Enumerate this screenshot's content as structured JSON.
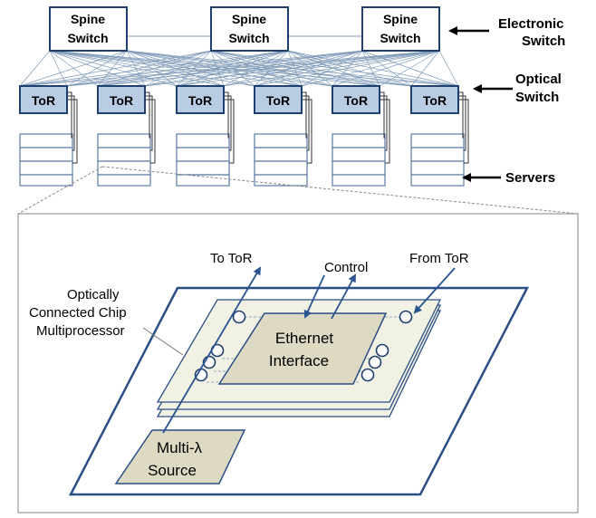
{
  "spine": {
    "line1": "Spine",
    "line2": "Switch",
    "count": 3
  },
  "tor": {
    "label": "ToR",
    "count": 6
  },
  "side_labels": {
    "electronic_line1": "Electronic",
    "electronic_line2": "Switch",
    "optical_line1": "Optical",
    "optical_line2": "Switch",
    "servers": "Servers"
  },
  "detail": {
    "to_tor": "To ToR",
    "control": "Control",
    "from_tor": "From ToR",
    "chip_line1": "Optically",
    "chip_line2": "Connected Chip",
    "chip_line3": "Multiprocessor",
    "ethernet_line1": "Ethernet",
    "ethernet_line2": "Interface",
    "source_line1": "Multi-λ",
    "source_line2": "Source"
  },
  "colors": {
    "navy": "#1f3f6e",
    "tor_fill": "#b8cce4",
    "beige": "#ddd9c3",
    "light_beige": "#f2f2e4",
    "mesh": "#7f9ab8",
    "server_border": "#5b7ba6"
  }
}
